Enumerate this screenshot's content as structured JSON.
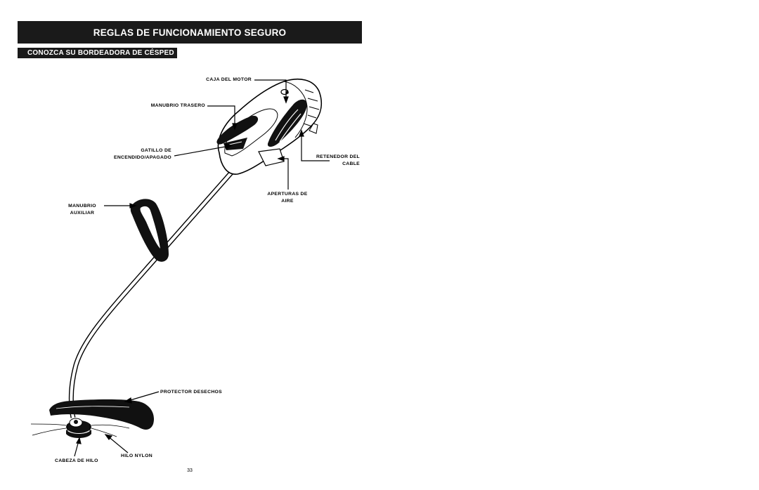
{
  "header": {
    "title": "REGLAS DE FUNCIONAMIENTO SEGURO",
    "subtitle": "CONOZCA SU BORDEADORA DE CÉSPED"
  },
  "labels": {
    "caja_motor": "CAJA DEL MOTOR",
    "manubrio_trasero": "MANUBRIO TRASERO",
    "gatillo_line1": "GATILLO DE",
    "gatillo_line2": "ENCENDIDO/APAGADO",
    "retenedor_line1": "RETENEDOR DEL",
    "retenedor_line2": "CABLE",
    "aperturas_line1": "APERTURAS DE",
    "aperturas_line2": "AIRE",
    "manubrio_aux_line1": "MANUBRIO",
    "manubrio_aux_line2": "AUXILIAR",
    "protector": "PROTECTOR DESECHOS",
    "cabeza_hilo": "CABEZA DE HILO",
    "hilo_nylon": "HILO NYLON"
  },
  "footer": {
    "page_number": "33"
  }
}
